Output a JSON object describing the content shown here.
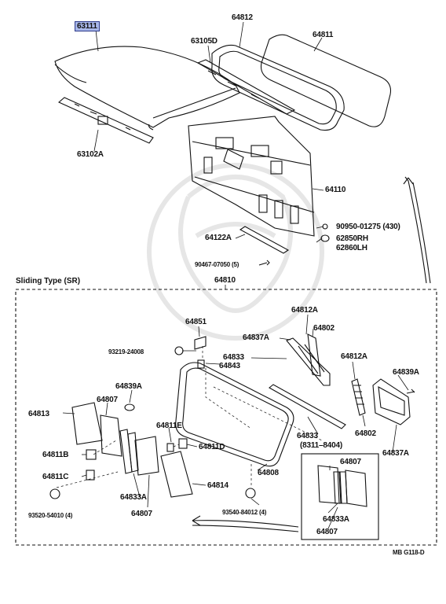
{
  "diagram": {
    "section_title": "Sliding Type (SR)",
    "figure_code": "MB G118-D",
    "colors": {
      "line": "#111111",
      "highlight": "#a9b8ea",
      "highlight_border": "#2d3a8a",
      "watermark": "#e6e6e6"
    },
    "parts": [
      {
        "id": "p63111",
        "text": "63111",
        "highlighted": true
      },
      {
        "id": "p64812",
        "text": "64812"
      },
      {
        "id": "p63105D",
        "text": "63105D"
      },
      {
        "id": "p64811",
        "text": "64811"
      },
      {
        "id": "p63102A",
        "text": "63102A"
      },
      {
        "id": "p64110",
        "text": "64110"
      },
      {
        "id": "p90950",
        "text": "90950-01275 (430)"
      },
      {
        "id": "p64122A",
        "text": "64122A"
      },
      {
        "id": "p62850",
        "text": "62850RH"
      },
      {
        "id": "p62860",
        "text": "62860LH"
      },
      {
        "id": "p90467",
        "text": "90467-07050 (5)"
      },
      {
        "id": "p64810",
        "text": "64810"
      },
      {
        "id": "p64851",
        "text": "64851"
      },
      {
        "id": "p64812A_1",
        "text": "64812A"
      },
      {
        "id": "p93219",
        "text": "93219-24008"
      },
      {
        "id": "p64837A_1",
        "text": "64837A"
      },
      {
        "id": "p64802_1",
        "text": "64802"
      },
      {
        "id": "p64833_1",
        "text": "64833"
      },
      {
        "id": "p64843",
        "text": "64843"
      },
      {
        "id": "p64812A_2",
        "text": "64812A"
      },
      {
        "id": "p64839A_1",
        "text": "64839A"
      },
      {
        "id": "p64839A_2",
        "text": "64839A"
      },
      {
        "id": "p64813",
        "text": "64813"
      },
      {
        "id": "p64807_1",
        "text": "64807"
      },
      {
        "id": "p64811E",
        "text": "64811E"
      },
      {
        "id": "p64811B",
        "text": "64811B"
      },
      {
        "id": "p64811D",
        "text": "64811D"
      },
      {
        "id": "p64833_2",
        "text": "64833"
      },
      {
        "id": "p8311",
        "text": "(8311–8404)"
      },
      {
        "id": "p64802_2",
        "text": "64802"
      },
      {
        "id": "p64837A_2",
        "text": "64837A"
      },
      {
        "id": "p64807_2",
        "text": "64807"
      },
      {
        "id": "p64811C",
        "text": "64811C"
      },
      {
        "id": "p64814",
        "text": "64814"
      },
      {
        "id": "p64808",
        "text": "64808"
      },
      {
        "id": "p64833A_1",
        "text": "64833A"
      },
      {
        "id": "p64807_3",
        "text": "64807"
      },
      {
        "id": "p93520",
        "text": "93520-54010 (4)"
      },
      {
        "id": "p93540",
        "text": "93540-84012 (4)"
      },
      {
        "id": "p64833A_2",
        "text": "64833A"
      },
      {
        "id": "p64807_4",
        "text": "64807"
      }
    ]
  }
}
